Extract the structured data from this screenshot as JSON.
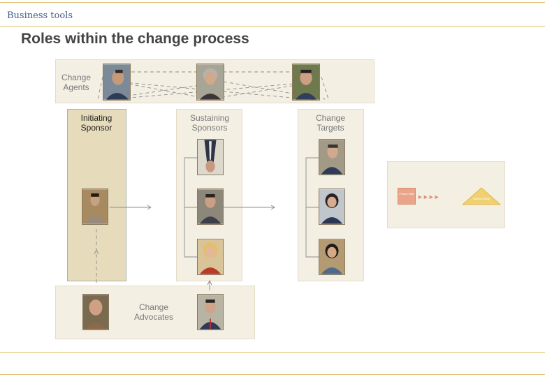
{
  "header": {
    "section": "Business tools",
    "title": "Roles within the change process"
  },
  "diagram": {
    "change_agents": {
      "label": "Change Agents",
      "photos": [
        "agent-photo-1",
        "agent-photo-2",
        "agent-photo-3"
      ]
    },
    "initiating_sponsor": {
      "label": "Initiating Sponsor"
    },
    "sustaining_sponsors": {
      "label": "Sustaining Sponsors"
    },
    "change_targets": {
      "label": "Change Targets"
    },
    "change_advocates": {
      "label": "Change Advocates"
    },
    "inset": {
      "current_state": "Present State",
      "future_state": "Desired State"
    }
  },
  "colors": {
    "rule": "#e2c270",
    "panel": "#f3efe3",
    "sponsor_panel": "#e6dcbc",
    "title": "#444444",
    "section": "#3d5a87"
  }
}
